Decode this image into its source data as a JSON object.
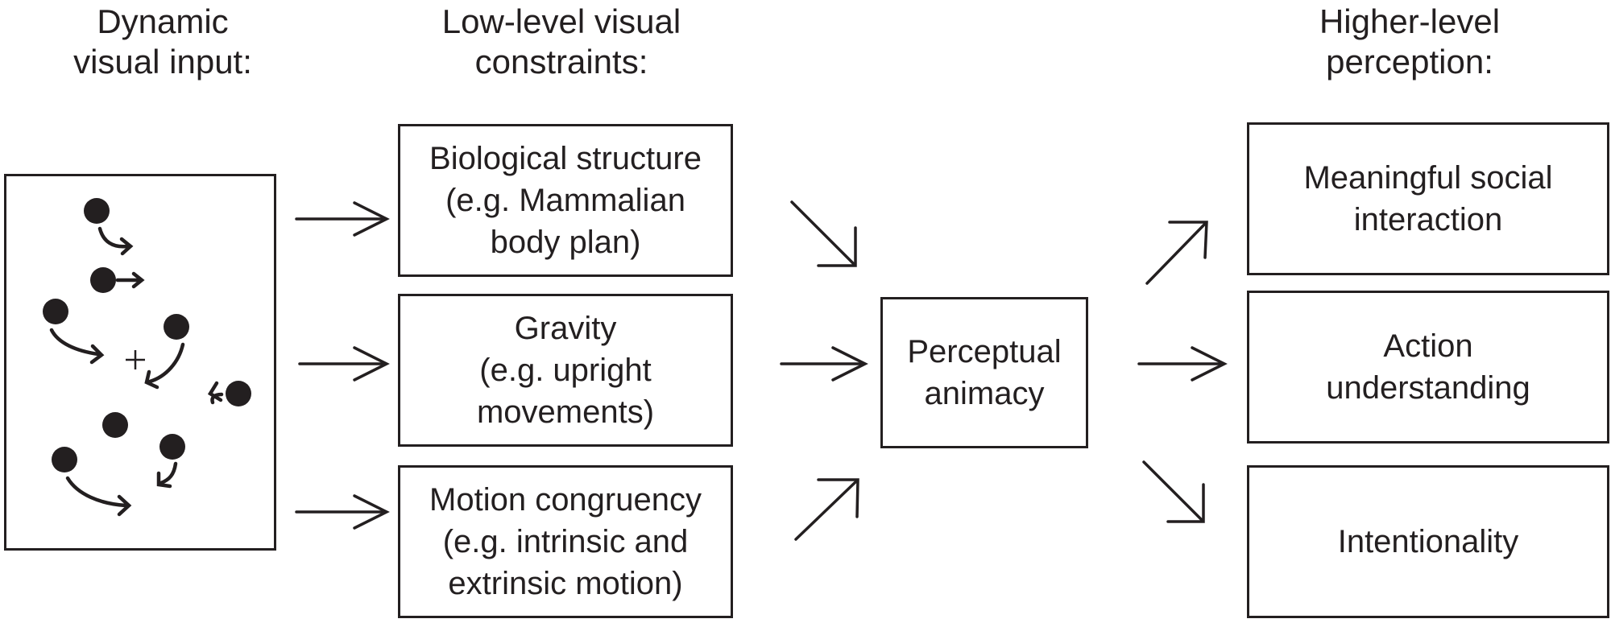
{
  "headings": {
    "input": [
      "Dynamic",
      "visual input:"
    ],
    "constraints": [
      "Low-level visual",
      "constraints:"
    ],
    "perception": [
      "Higher-level",
      "perception:"
    ]
  },
  "constraints": [
    [
      "Biological structure",
      "(e.g. Mammalian",
      "body plan)"
    ],
    [
      "Gravity",
      "(e.g. upright",
      "movements)"
    ],
    [
      "Motion congruency",
      "(e.g. intrinsic and",
      "extrinsic motion)"
    ]
  ],
  "center": [
    "Perceptual",
    "animacy"
  ],
  "outputs": [
    [
      "Meaningful social",
      "interaction"
    ],
    [
      "Action",
      "understanding"
    ],
    [
      "Intentionality"
    ]
  ],
  "colors": {
    "stroke": "#231f20"
  }
}
